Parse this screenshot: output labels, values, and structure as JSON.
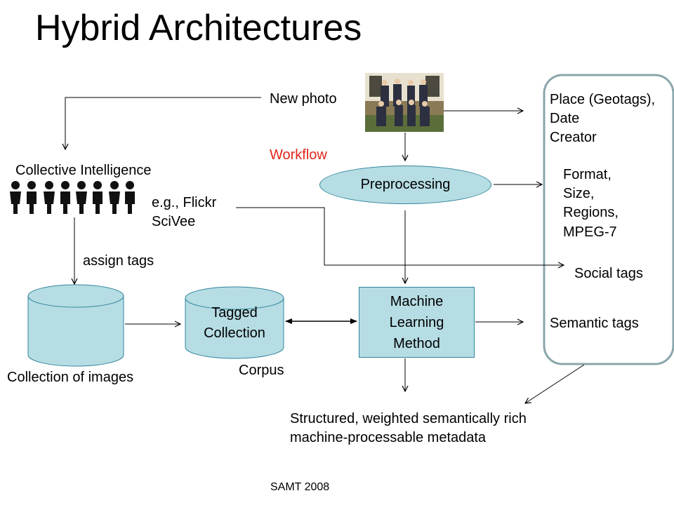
{
  "title": "Hybrid Architectures",
  "labels": {
    "new_photo": "New photo",
    "workflow": "Workflow",
    "collective_intelligence": "Collective Intelligence",
    "examples": "e.g., Flickr\n        SciVee",
    "assign_tags": "assign tags",
    "collection_of_images": "Collection of images",
    "corpus": "Corpus",
    "output": "Structured, weighted semantically rich\nmachine-processable metadata"
  },
  "nodes": {
    "preprocessing": "Preprocessing",
    "machine_learning": "Machine\nLearning\nMethod",
    "tagged_collection": "Tagged\nCollection"
  },
  "metadata_panel": {
    "place_date_creator": "Place (Geotags),\nDate\nCreator",
    "format_size": "Format,\nSize,\nRegions,\nMPEG-7",
    "social_tags": "Social tags",
    "semantic_tags": "Semantic tags"
  },
  "footer": "SAMT 2008",
  "colors": {
    "node_fill": "#b6dde4",
    "node_stroke": "#31859c",
    "workflow_text": "#e0261b",
    "panel_stroke": "#8aa6aa"
  }
}
